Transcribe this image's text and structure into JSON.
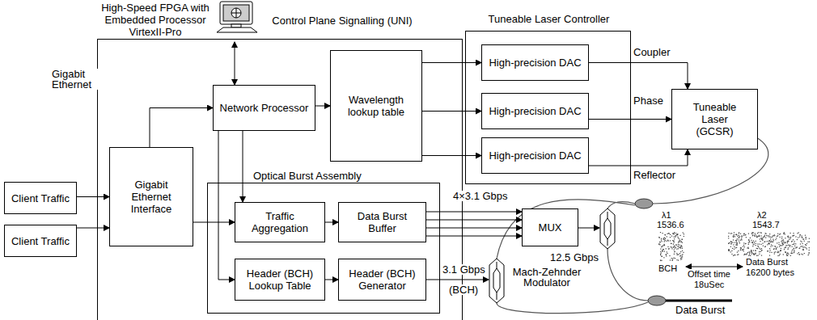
{
  "diagram": {
    "nodes": [
      {
        "text": [
          "High-Speed FPGA with Embedded Processor VirtexII-Pro"
        ]
      },
      {
        "text": [
          "Control Plane Signalling (UNI)"
        ]
      },
      {
        "text": [
          "Tuneable Laser Controller"
        ]
      },
      {
        "text": [
          "High-precision DAC"
        ],
        "in": 2
      },
      {
        "text": [
          "High-precision DAC"
        ],
        "in": 2
      },
      {
        "text": [
          "High-precision DAC"
        ],
        "in": 2
      },
      {
        "text": [
          "Network Processor"
        ],
        "in": 0
      },
      {
        "text": [
          "Wavelength lookup table"
        ],
        "in": 0
      },
      {
        "text": [
          "Tuneable Laser (GCSR)"
        ]
      },
      {
        "text": [
          "Client Traffic"
        ]
      },
      {
        "text": [
          "Gigabit Ethernet Interface"
        ],
        "in": 0
      },
      {
        "text": [
          "Client Traffic"
        ]
      },
      {
        "text": [
          "Optical Burst Assembly"
        ],
        "in": 0
      },
      {
        "text": [
          "Traffic Aggregation"
        ],
        "in": 12
      },
      {
        "text": [
          "Data Burst Buffer"
        ],
        "in": 12
      },
      {
        "text": [
          "Header (BCH) Lookup Table"
        ],
        "in": 12
      },
      {
        "text": [
          "Header (BCH) Generator"
        ],
        "in": 12
      },
      {
        "text": [
          "MUX"
        ]
      }
    ],
    "edges": [
      {
        "from": 9,
        "to": 10,
        "arrow": "to"
      },
      {
        "from": 11,
        "to": 10,
        "arrow": "to"
      },
      {
        "from": 10,
        "to": 6,
        "arrow": "to"
      },
      {
        "from": 10,
        "to": 13,
        "arrow": "to"
      },
      {
        "from": 1,
        "to": 6,
        "arrow": "both"
      },
      {
        "from": 6,
        "to": 7,
        "arrow": "to"
      },
      {
        "from": 6,
        "to": 13,
        "arrow": "to"
      },
      {
        "from": 6,
        "to": 15,
        "arrow": "to"
      },
      {
        "from": 7,
        "to": 3,
        "arrow": "to"
      },
      {
        "from": 7,
        "to": 4,
        "arrow": "to"
      },
      {
        "from": 7,
        "to": 5,
        "arrow": "to"
      },
      {
        "from": 3,
        "to": 8,
        "arrow": "to",
        "label": "Coupler"
      },
      {
        "from": 4,
        "to": 8,
        "arrow": "to",
        "label": "Phase"
      },
      {
        "from": 5,
        "to": 8,
        "arrow": "to",
        "label": "Reflector"
      },
      {
        "from": 13,
        "to": 14,
        "arrow": "to"
      },
      {
        "from": 15,
        "to": 16,
        "arrow": "to"
      },
      {
        "from": 14,
        "to": 17,
        "arrow": "to"
      },
      {
        "from": 14,
        "to": 17,
        "arrow": "to"
      },
      {
        "from": 14,
        "to": 17,
        "arrow": "to"
      },
      {
        "from": 14,
        "to": 17,
        "arrow": "to"
      }
    ],
    "labels": [
      "Gigabit Ethernet",
      "4×3.1 Gbps",
      "12.5 Gbps",
      "3.1 Gbps",
      "(BCH)",
      "Mach-Zehnder Modulator",
      "λ1",
      "1536.6",
      "λ2",
      "1543.7",
      "BCH",
      "Data Burst 16200 bytes",
      "Offset time",
      "18uSec",
      "Data Burst"
    ]
  }
}
